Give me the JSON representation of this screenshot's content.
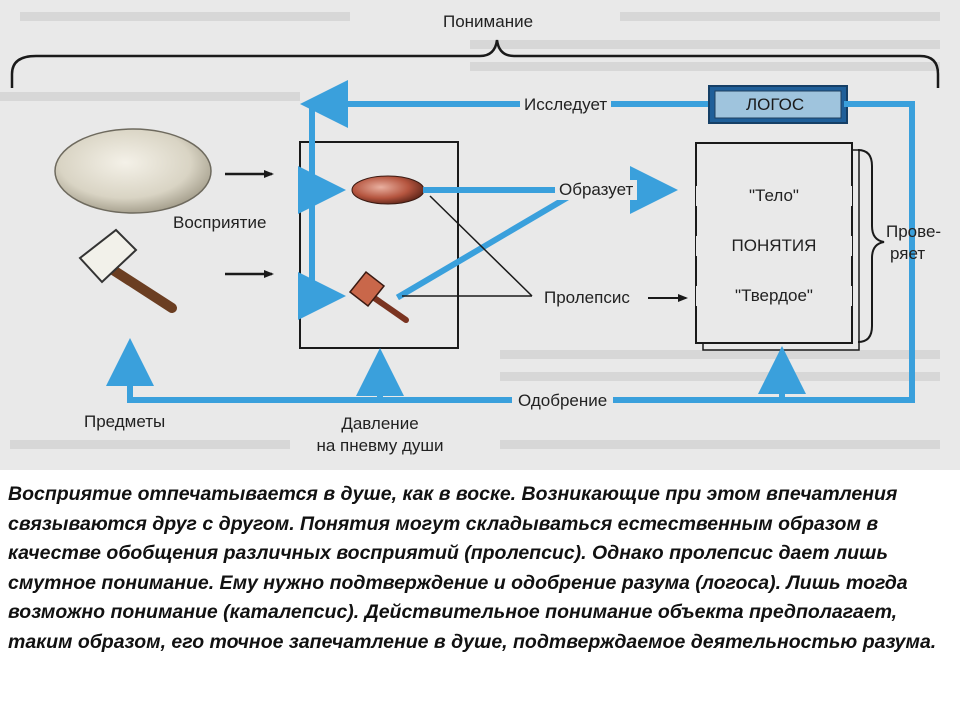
{
  "diagram": {
    "top_label": "Понимание",
    "investigates": "Исследует",
    "logos": "ЛОГОС",
    "forms": "Образует",
    "perception": "Восприятие",
    "body_quote": "\"Тело\"",
    "concepts": "ПОНЯТИЯ",
    "solid_quote": "\"Твердое\"",
    "prolepsis": "Пролепсис",
    "checks_line1": "Прове-",
    "checks_line2": "ряет",
    "approval": "Одобрение",
    "objects": "Предметы",
    "pressure_line1": "Давление",
    "pressure_line2": "на пневму души",
    "colors": {
      "arrow": "#3aa0dc",
      "logos_box": "#1f5f99",
      "background": "#e9e9e9"
    }
  },
  "caption": "Восприятие отпечатывается в душе, как в воске. Возникающие при этом впечатления связываются друг с другом. Понятия могут складываться естественным образом в качестве обобщения различных восприятий (пролепсис). Однако пролепсис дает лишь смутное понимание. Ему нужно подтверждение и одобрение разума (логоса). Лишь тогда возможно понимание (каталепсис). Действительное понимание объекта предполагает, таким образом, его точное запечатление в душе, подтверждаемое деятельностью разума."
}
